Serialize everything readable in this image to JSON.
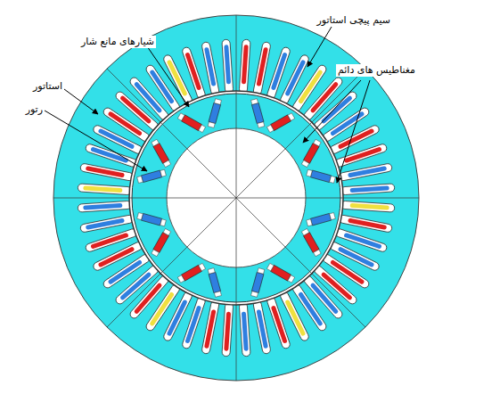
{
  "diagram": {
    "labels": [
      "سیم پیچی استاتور",
      "شیارهای مانع شار",
      "استاتور",
      "رتور",
      "مغناطیس های دائم"
    ]
  }
}
